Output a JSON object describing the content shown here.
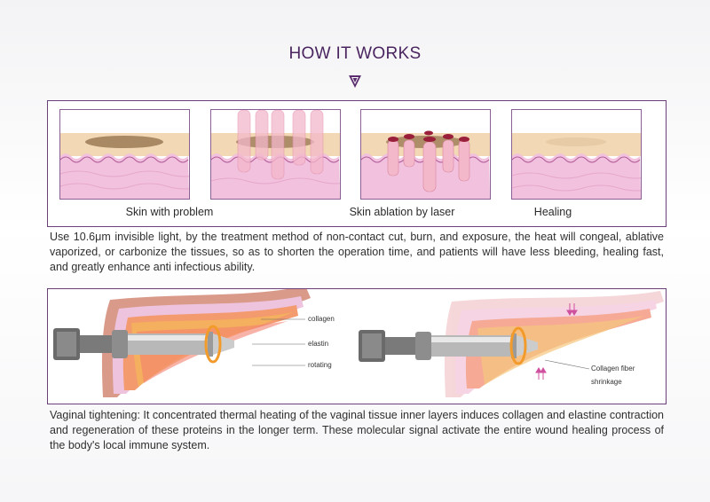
{
  "header": {
    "title": "HOW IT WORKS"
  },
  "steps": [
    {
      "label": "Skin with problem"
    },
    {
      "label": "Skin ablation by laser"
    },
    {
      "label": "Healing"
    }
  ],
  "description_laser": "Use 10.6μm invisible light, by the treatment method of non-contact cut, burn, and exposure, the heat will congeal, ablative vaporized, or carbonize the tissues, so as to shorten the operation time, and patients will have less bleeding, healing fast, and greatly enhance anti infectious ability.",
  "tightening": {
    "left_labels": {
      "collagen": "collagen",
      "elastin": "elastin",
      "rotating": "rotating"
    },
    "right_labels": {
      "fiber": "Collagen fiber",
      "shrinkage": "shrinkage"
    }
  },
  "description_tightening": "Vaginal tightening: It concentrated thermal heating of the vaginal tissue inner layers induces collagen and elastine contraction and regeneration of these proteins in the longer term. These molecular signal activate the entire wound healing process of the body's local immune system.",
  "colors": {
    "accent": "#6b3f7a",
    "skin": "#f2d8b5",
    "dermis": "#f0bcd8",
    "laser": "#f3b6c8"
  }
}
